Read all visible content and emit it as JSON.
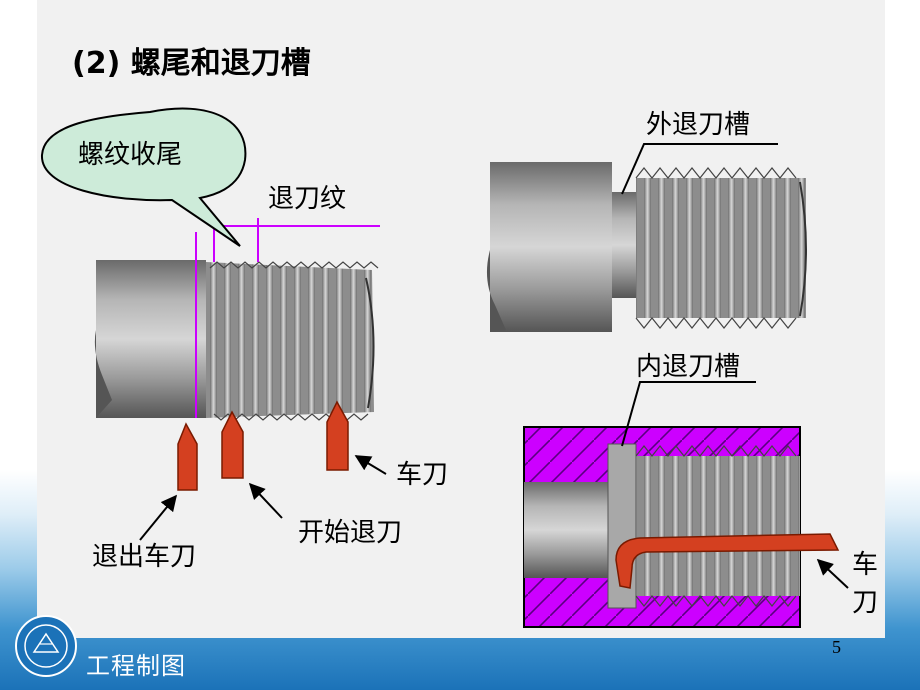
{
  "slide": {
    "title": "(2) 螺尾和退刀槽",
    "page_number": "5",
    "footer_title": "工程制图"
  },
  "labels": {
    "thread_tail_callout": "螺纹收尾",
    "runout_thread": "退刀纹",
    "cutting_tool_right": "车刀",
    "start_retract": "开始退刀",
    "retract_tool": "退出车刀",
    "external_undercut": "外退刀槽",
    "internal_undercut": "内退刀槽",
    "cutting_tool_bottom_1": "车",
    "cutting_tool_bottom_2": "刀"
  },
  "colors": {
    "magenta": "#cc00ff",
    "tool_red": "#d44020",
    "callout_fill": "#cdebd9",
    "footer_blue": "#1b72b8"
  }
}
